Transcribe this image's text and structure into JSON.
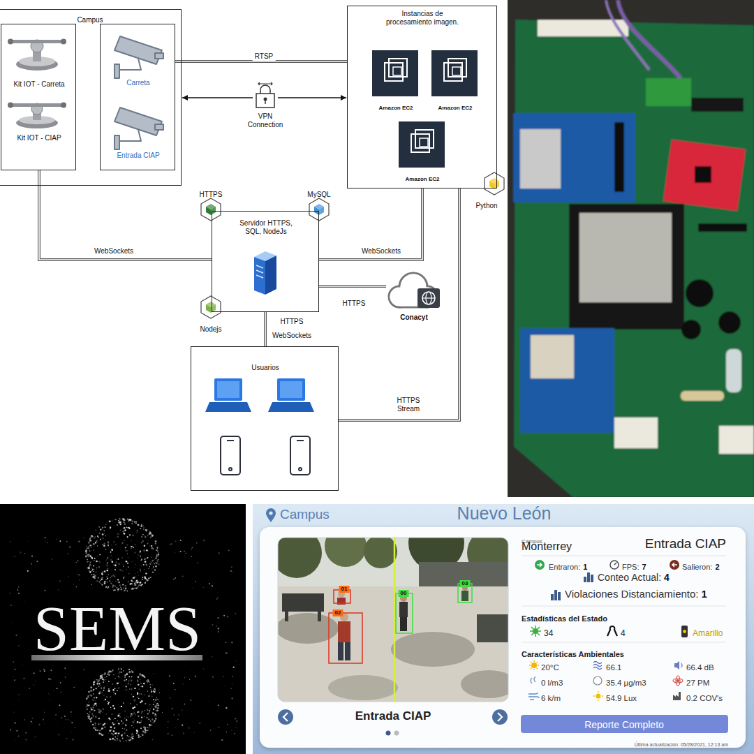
{
  "diagram": {
    "nodes": [
      {
        "text": [
          "Campus"
        ]
      },
      {
        "text": [
          "Kit IOT - Carreta",
          "Kit IOT - CIAP"
        ],
        "in": 0
      },
      {
        "text": [
          "Carreta",
          "Entrada CIAP"
        ],
        "in": 0
      },
      {
        "text": [
          "Instancias de procesamiento imagen."
        ]
      },
      {
        "text": [
          "Amazon EC2"
        ],
        "in": 3
      },
      {
        "text": [
          "Amazon EC2"
        ],
        "in": 3
      },
      {
        "text": [
          "Amazon EC2"
        ],
        "in": 3
      },
      {
        "text": [
          "Servidor HTTPS, SQL, NodeJs"
        ]
      },
      {
        "text": [
          "Conacyt"
        ]
      },
      {
        "text": [
          "Usuarios"
        ]
      },
      {
        "text": [
          "Reporte Completo"
        ]
      }
    ],
    "edges": [
      {
        "from": 2,
        "to": 3,
        "label": "RTSP",
        "arrow": "none"
      },
      {
        "from": 0,
        "to": 3,
        "label": "VPN Connection",
        "arrow": "both"
      },
      {
        "from": 1,
        "to": 7,
        "label": "WebSockets",
        "arrow": "none"
      },
      {
        "from": 3,
        "to": 7,
        "label": "WebSockets",
        "arrow": "none"
      },
      {
        "from": 7,
        "to": 8,
        "label": "HTTPS",
        "arrow": "none"
      },
      {
        "from": 7,
        "to": 9,
        "label": "HTTPS WebSockets",
        "arrow": "none"
      },
      {
        "from": 3,
        "to": 9,
        "label": "HTTPS Stream",
        "arrow": "none"
      }
    ],
    "labels": [
      "HTTPS",
      "MySQL",
      "Nodejs",
      "Python",
      "SEMS",
      "Campus",
      "Nuevo León",
      "01",
      "02",
      "00",
      "03",
      "Entrada CIAP",
      "Campus",
      "Monterrey",
      "Entrada CIAP",
      "Entraron:",
      "1",
      "FPS:",
      "7",
      "Salieron:",
      "2",
      "Conteo Actual:",
      "4",
      "Violaciones Distanciamiento:",
      "1",
      "Estadísticas del Estado",
      "34",
      "4",
      "Amarillo",
      "Características Ambientales",
      "20°C",
      "66.1",
      "66.4 dB",
      "0 l/m3",
      "35.4 µg/m3",
      "27 PM",
      "6 k/m",
      "54.9 Lux",
      "0.2 COV's",
      "Última actualización: 05/28/2021, 12:13 am"
    ]
  }
}
